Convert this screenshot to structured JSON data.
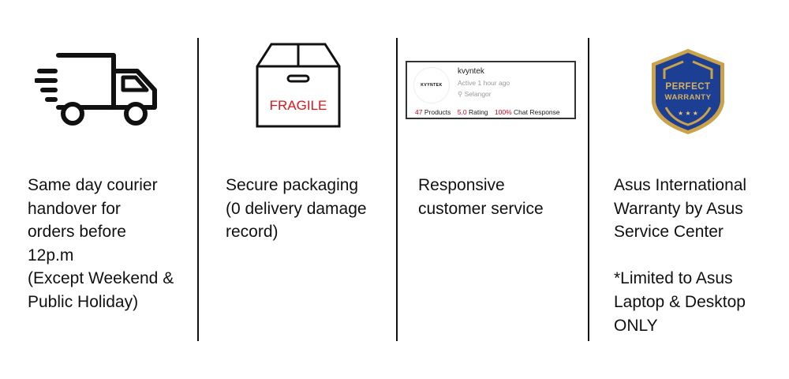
{
  "features": [
    {
      "icon": "delivery-truck-icon",
      "text": "Same day courier\nhandover for\norders before\n12p.m\n(Except Weekend &\nPublic Holiday)"
    },
    {
      "icon": "fragile-box-icon",
      "icon_label": "FRAGILE",
      "text": "Secure packaging\n(0 delivery damage\nrecord)"
    },
    {
      "icon": "shop-card",
      "text": "Responsive\ncustomer service"
    },
    {
      "icon": "warranty-shield-icon",
      "icon_label_1": "PERFECT",
      "icon_label_2": "WARRANTY",
      "text": "Asus International\nWarranty by Asus\nService Center\n\n*Limited to Asus\nLaptop & Desktop\nONLY"
    }
  ],
  "shop": {
    "logo": "KVYNTEK",
    "name": "kvyntek",
    "active": "Active 1 hour ago",
    "location": "Selangor",
    "products_count": "47",
    "products_label": "Products",
    "rating_value": "5.0",
    "rating_label": "Rating",
    "chat_value": "100%",
    "chat_label": "Chat Response"
  },
  "colors": {
    "fragile_red": "#e0151b",
    "shield_blue": "#1c3f94",
    "shield_gold": "#c9a24a",
    "accent": "#d0011b"
  }
}
